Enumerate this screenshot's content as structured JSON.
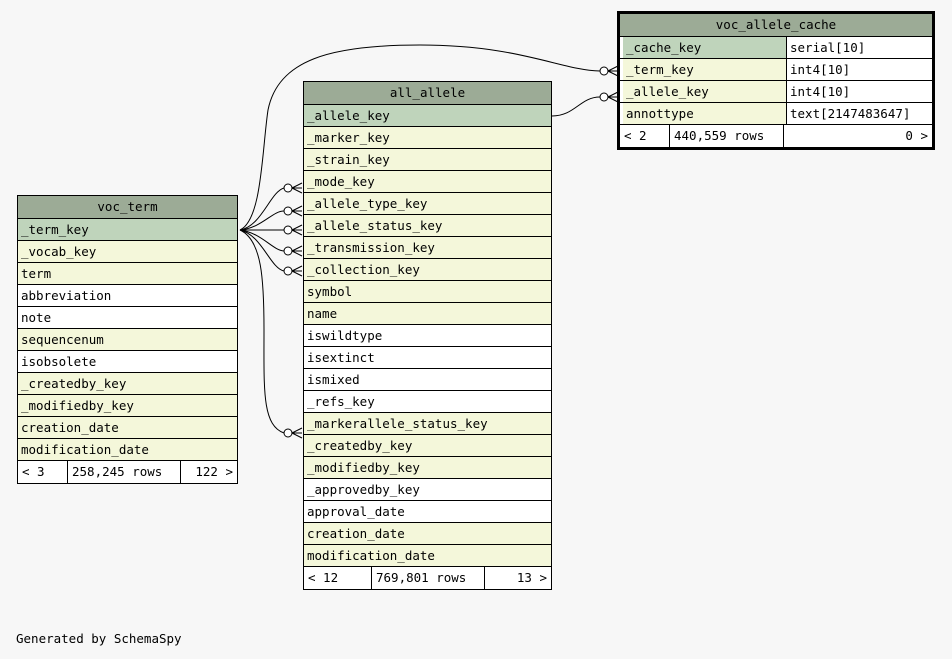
{
  "footer": "Generated by SchemaSpy",
  "voc_term": {
    "name": "voc_term",
    "columns": [
      {
        "name": "_term_key",
        "kind": "pk"
      },
      {
        "name": "_vocab_key",
        "kind": "fk"
      },
      {
        "name": "term",
        "kind": "fk"
      },
      {
        "name": "abbreviation",
        "kind": "plain"
      },
      {
        "name": "note",
        "kind": "plain"
      },
      {
        "name": "sequencenum",
        "kind": "fk"
      },
      {
        "name": "isobsolete",
        "kind": "plain"
      },
      {
        "name": "_createdby_key",
        "kind": "fk"
      },
      {
        "name": "_modifiedby_key",
        "kind": "fk"
      },
      {
        "name": "creation_date",
        "kind": "fk"
      },
      {
        "name": "modification_date",
        "kind": "fk"
      }
    ],
    "footer": {
      "parents": "< 3",
      "rows": "258,245 rows",
      "children": "122 >"
    }
  },
  "all_allele": {
    "name": "all_allele",
    "columns": [
      {
        "name": "_allele_key",
        "kind": "pk"
      },
      {
        "name": "_marker_key",
        "kind": "fk"
      },
      {
        "name": "_strain_key",
        "kind": "fk"
      },
      {
        "name": "_mode_key",
        "kind": "fk"
      },
      {
        "name": "_allele_type_key",
        "kind": "fk"
      },
      {
        "name": "_allele_status_key",
        "kind": "fk"
      },
      {
        "name": "_transmission_key",
        "kind": "fk"
      },
      {
        "name": "_collection_key",
        "kind": "fk"
      },
      {
        "name": "symbol",
        "kind": "fk"
      },
      {
        "name": "name",
        "kind": "fk"
      },
      {
        "name": "iswildtype",
        "kind": "plain"
      },
      {
        "name": "isextinct",
        "kind": "plain"
      },
      {
        "name": "ismixed",
        "kind": "plain"
      },
      {
        "name": "_refs_key",
        "kind": "plain"
      },
      {
        "name": "_markerallele_status_key",
        "kind": "fk"
      },
      {
        "name": "_createdby_key",
        "kind": "fk"
      },
      {
        "name": "_modifiedby_key",
        "kind": "fk"
      },
      {
        "name": "_approvedby_key",
        "kind": "plain"
      },
      {
        "name": "approval_date",
        "kind": "plain"
      },
      {
        "name": "creation_date",
        "kind": "fk"
      },
      {
        "name": "modification_date",
        "kind": "fk"
      }
    ],
    "footer": {
      "parents": "< 12",
      "rows": "769,801 rows",
      "children": "13 >"
    }
  },
  "voc_allele_cache": {
    "name": "voc_allele_cache",
    "columns": [
      {
        "name": "_cache_key",
        "type": "serial[10]",
        "kind": "pk"
      },
      {
        "name": "_term_key",
        "type": "int4[10]",
        "kind": "fk"
      },
      {
        "name": "_allele_key",
        "type": "int4[10]",
        "kind": "fk"
      },
      {
        "name": "annottype",
        "type": "text[2147483647]",
        "kind": "fk"
      }
    ],
    "footer": {
      "parents": "< 2",
      "rows": "440,559 rows",
      "children": "0 >"
    }
  }
}
